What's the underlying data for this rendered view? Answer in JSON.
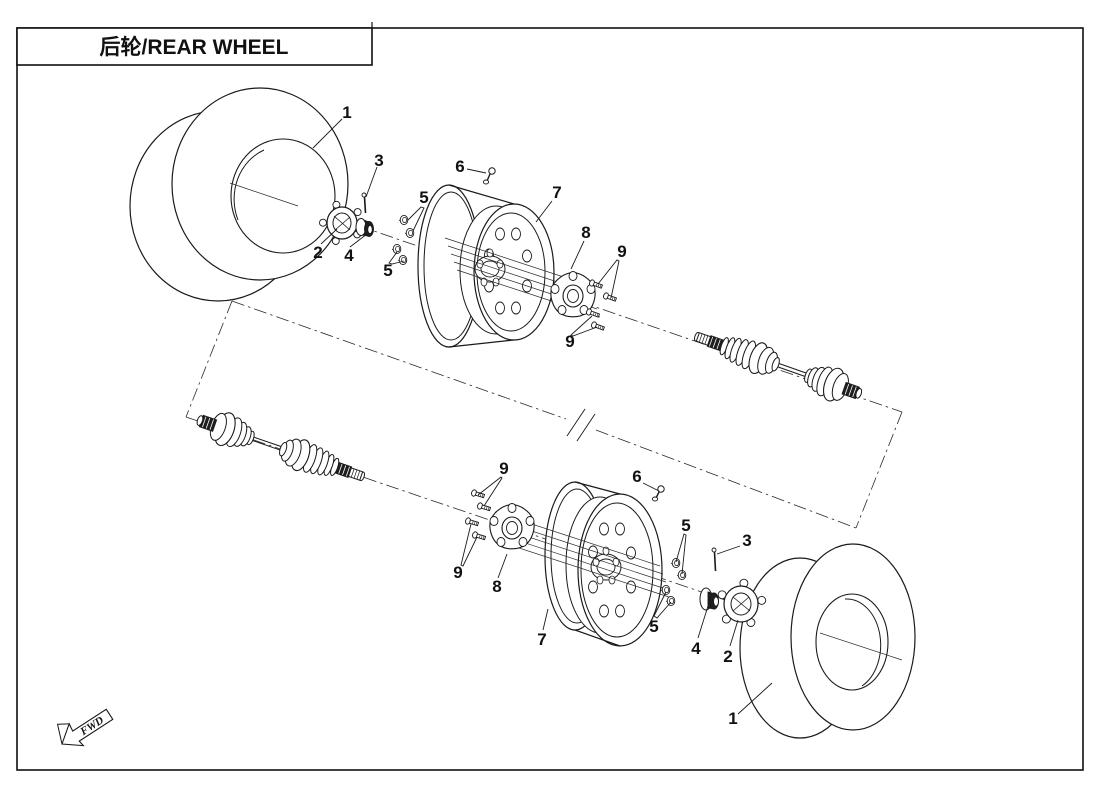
{
  "title": "后轮/REAR WHEEL",
  "direction_arrow": "FWD",
  "callouts": [
    {
      "id": "tire-top",
      "label": "1"
    },
    {
      "id": "cotter-pin-top",
      "label": "3"
    },
    {
      "id": "valve-stem-top",
      "label": "6"
    },
    {
      "id": "wheel-nuts-top-upper",
      "label": "5"
    },
    {
      "id": "rim-top",
      "label": "7"
    },
    {
      "id": "hub-cap-top",
      "label": "2"
    },
    {
      "id": "castle-nut-top",
      "label": "4"
    },
    {
      "id": "wheel-nuts-top-lower",
      "label": "5"
    },
    {
      "id": "hub-bracket-top",
      "label": "8"
    },
    {
      "id": "bolts-top-upper",
      "label": "9"
    },
    {
      "id": "bolts-top-lower",
      "label": "9"
    },
    {
      "id": "bolts-bottom-upper",
      "label": "9"
    },
    {
      "id": "valve-stem-bottom",
      "label": "6"
    },
    {
      "id": "wheel-nuts-bottom-upper",
      "label": "5"
    },
    {
      "id": "cotter-pin-bottom",
      "label": "3"
    },
    {
      "id": "bolts-bottom-lower",
      "label": "9"
    },
    {
      "id": "hub-bracket-bottom",
      "label": "8"
    },
    {
      "id": "rim-bottom",
      "label": "7"
    },
    {
      "id": "wheel-nuts-bottom-lower",
      "label": "5"
    },
    {
      "id": "castle-nut-bottom",
      "label": "4"
    },
    {
      "id": "hub-cap-bottom",
      "label": "2"
    },
    {
      "id": "tire-bottom",
      "label": "1"
    }
  ]
}
